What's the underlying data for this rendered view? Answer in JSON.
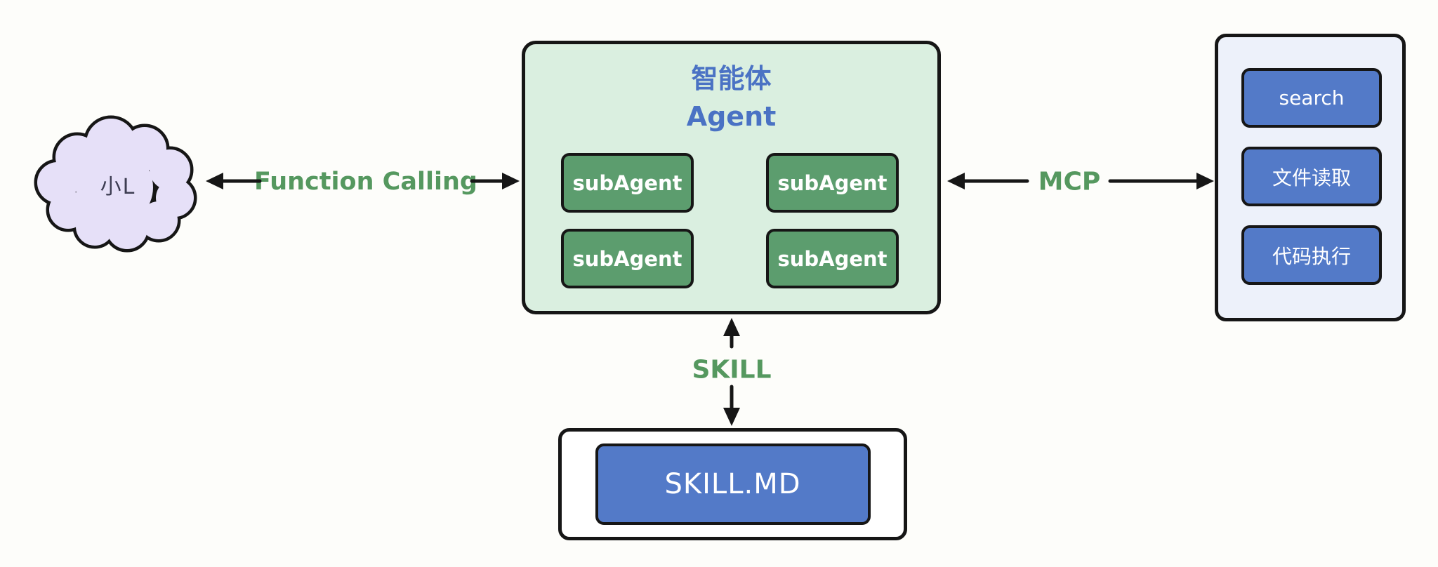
{
  "cloud": {
    "label": "小L"
  },
  "links": {
    "function_calling": {
      "label": "Function Calling"
    },
    "mcp": {
      "label": "MCP"
    },
    "skill": {
      "label": "SKILL"
    }
  },
  "agent_box": {
    "title_zh": "智能体",
    "title_en": "Agent",
    "sub_agents": [
      "subAgent",
      "subAgent",
      "subAgent",
      "subAgent"
    ]
  },
  "tools_panel": {
    "items": [
      "search",
      "文件读取",
      "代码执行"
    ]
  },
  "skill_box": {
    "label": "SKILL.MD"
  },
  "colors": {
    "background": "#fdfdfa",
    "cloud_fill": "#e6e0f8",
    "agent_box_fill": "#daefe0",
    "subagent_fill": "#5c9d6e",
    "tools_panel_fill": "#edf1fa",
    "blue_button_fill": "#537ac8",
    "title_blue": "#4a72c4",
    "label_green": "#55985f",
    "stroke_black": "#161616"
  }
}
